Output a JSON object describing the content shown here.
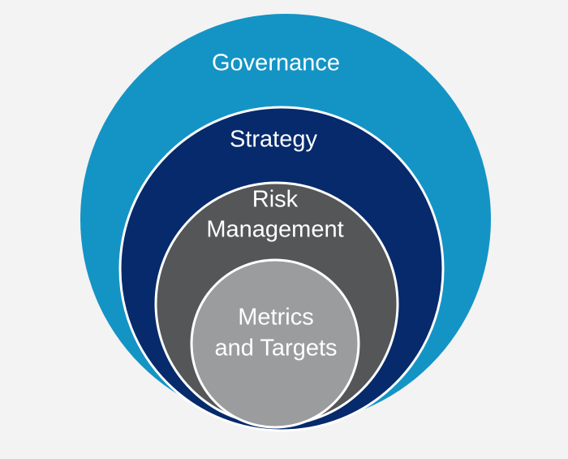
{
  "diagram": {
    "rings": [
      {
        "label": "Governance",
        "fill": "#1494c5",
        "text_color": "#ffffff"
      },
      {
        "label": "Strategy",
        "fill": "#062a6b",
        "text_color": "#ffffff"
      },
      {
        "label_lines": [
          "Risk",
          "Management"
        ],
        "fill": "#555658",
        "text_color": "#ffffff"
      },
      {
        "label_lines": [
          "Metrics",
          "and Targets"
        ],
        "fill": "#9b9c9e",
        "text_color": "#ffffff"
      }
    ],
    "outline_color": "#ffffff",
    "background": "#f3f3f3"
  }
}
